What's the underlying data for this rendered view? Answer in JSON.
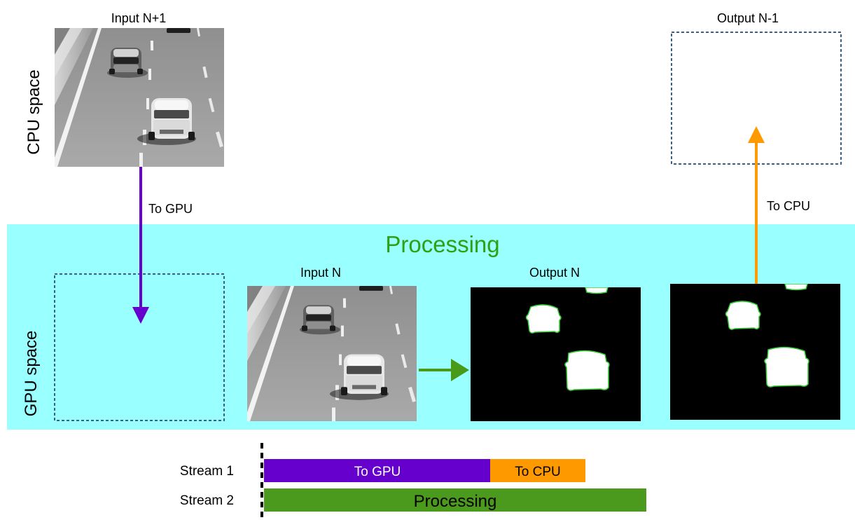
{
  "labels": {
    "cpu_space": "CPU space",
    "gpu_space": "GPU space",
    "processing_title": "Processing",
    "input_next": "Input N+1",
    "output_prev": "Output N-1",
    "input_current": "Input N",
    "output_current": "Output N",
    "to_gpu_arrow": "To GPU",
    "to_cpu_arrow": "To CPU"
  },
  "timeline": {
    "stream1_label": "Stream 1",
    "stream2_label": "Stream 2",
    "stream1_to_gpu": "To GPU",
    "stream1_to_cpu": "To CPU",
    "stream2_processing": "Processing"
  },
  "colors": {
    "gpu_region": "#99ffff",
    "to_gpu": "#6600cc",
    "to_cpu": "#ff9900",
    "processing_arrow": "#4a9a1a",
    "processing_bar": "#4c9a1d",
    "processing_title": "#2ea012",
    "placeholder_border": "#3a5f8a",
    "mask_outline": "#33cc33"
  }
}
